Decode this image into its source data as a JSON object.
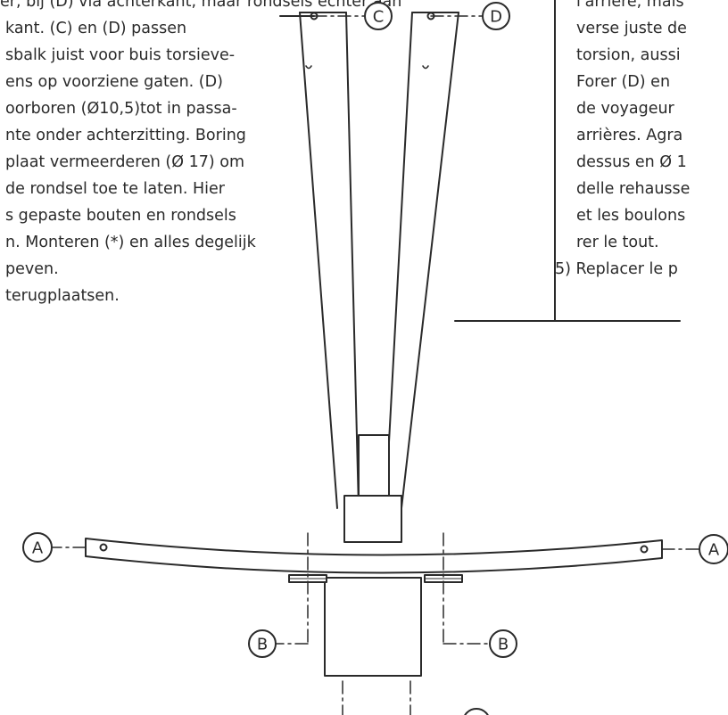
{
  "dutch_text": [
    "er, bij (D) via achterkant, maar rondsels echter aan",
    "kant. (C) en (D) passen",
    "sbalk juist voor buis torsieve-",
    "ens op voorziene gaten. (D)",
    "oorboren (Ø10,5)tot in passa-",
    "nte onder achterzitting. Boring",
    "plaat vermeerderen (Ø 17) om",
    "de rondsel toe te laten.  Hier",
    "s gepaste bouten en rondsels",
    "n. Monteren (*) en alles degelijk",
    "peven.",
    "terugplaatsen."
  ],
  "french_text": [
    "l'arrière, mais",
    "verse juste de",
    "torsion, aussi",
    "Forer (D) en",
    "de voyageur",
    "arrières. Agra",
    "dessus en Ø 1",
    "delle rehausse",
    "et les boulons",
    "rer le tout.",
    "5)  Replacer le p"
  ],
  "labels": {
    "a_left": "A",
    "a_right": "A",
    "b_left": "B",
    "b_right": "B",
    "c_top": "C",
    "d_top": "D",
    "star": "*"
  }
}
